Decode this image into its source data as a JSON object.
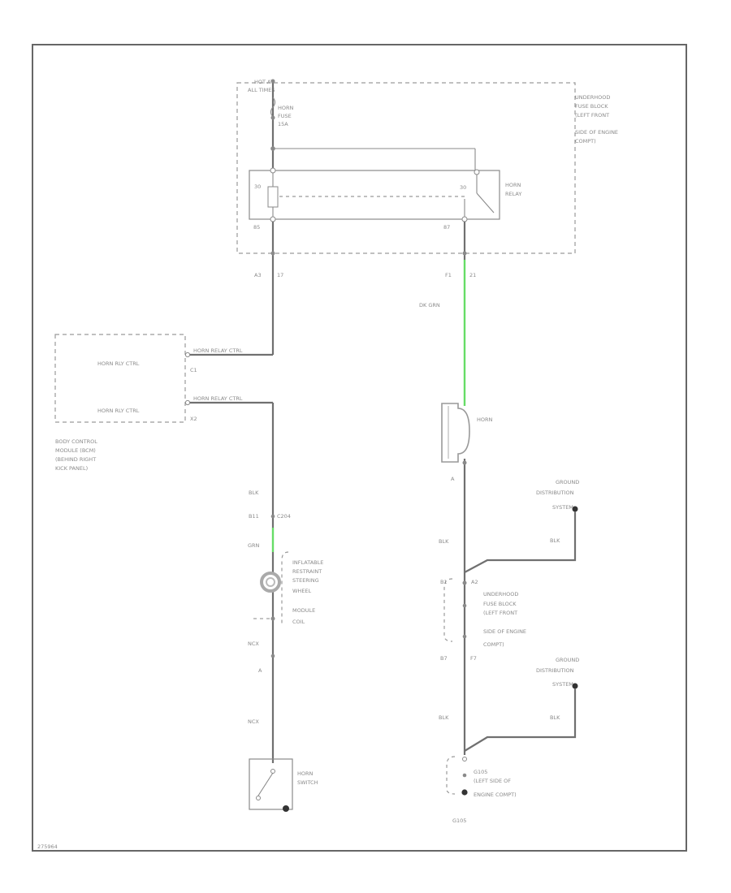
{
  "labels": {
    "hot_at_all_times": [
      "HOT AT",
      "ALL TIMES"
    ],
    "horn_fuse": [
      "HORN",
      "FUSE",
      "15A"
    ],
    "underhood_fuse_block": [
      "UNDERHOOD",
      "FUSE BLOCK",
      "(LEFT FRONT",
      "SIDE OF ENGINE",
      "COMPT)"
    ],
    "horn_relay": [
      "HORN",
      "RELAY"
    ],
    "relay_pin_top_left": "30",
    "relay_pin_top_right": "30",
    "relay_pin_bottom_left": "85",
    "relay_pin_bottom_right": "87",
    "c_left_ub": "A3",
    "c_left_17": "17",
    "c_right_f1": "F1",
    "c_right_21": "21",
    "wire_dk_grn": "DK GRN",
    "bcm_in_1": "HORN RLY CTRL",
    "bcm_in_2": "HORN RLY CTRL",
    "bcm_pin_1": "C1",
    "bcm_pin_2": "X2",
    "bcm_wire_1": "HORN RELAY CTRL",
    "bcm_wire_2": "HORN RELAY CTRL",
    "bcm_module": [
      "BODY CONTROL",
      "MODULE (BCM)",
      "(BEHIND RIGHT",
      "KICK PANEL)"
    ],
    "wire_blk_1": "BLK",
    "conn_b11": "B11",
    "conn_c204": "C204",
    "wire_grn": "GRN",
    "inflatable_restraint": [
      "INFLATABLE",
      "RESTRAINT",
      "STEERING",
      "WHEEL",
      "MODULE",
      "COIL"
    ],
    "wire_ncx_1": "NCX",
    "pin_a": "A",
    "wire_ncx_2": "NCX",
    "horn_switch": [
      "HORN",
      "SWITCH"
    ],
    "horn": "HORN",
    "horn_pin": "A",
    "wire_blk_2": "BLK",
    "ground_dist_1": [
      "GROUND",
      "DISTRIBUTION",
      "SYSTEM"
    ],
    "wire_blk_g1": "BLK",
    "conn_b1": "B1",
    "conn_a2": "A2",
    "underhood_fuse_block_2": [
      "UNDERHOOD",
      "FUSE BLOCK",
      "(LEFT FRONT",
      "SIDE OF ENGINE",
      "COMPT)"
    ],
    "conn_b7": "B7",
    "conn_f7": "F7",
    "ground_dist_2": [
      "GROUND",
      "DISTRIBUTION",
      "SYSTEM"
    ],
    "wire_blk_3": "BLK",
    "wire_blk_g2": "BLK",
    "ground_g105": [
      "G105",
      "(LEFT SIDE OF",
      "ENGINE COMPT)"
    ],
    "ground_code": "G105",
    "figure_id": "275964"
  }
}
